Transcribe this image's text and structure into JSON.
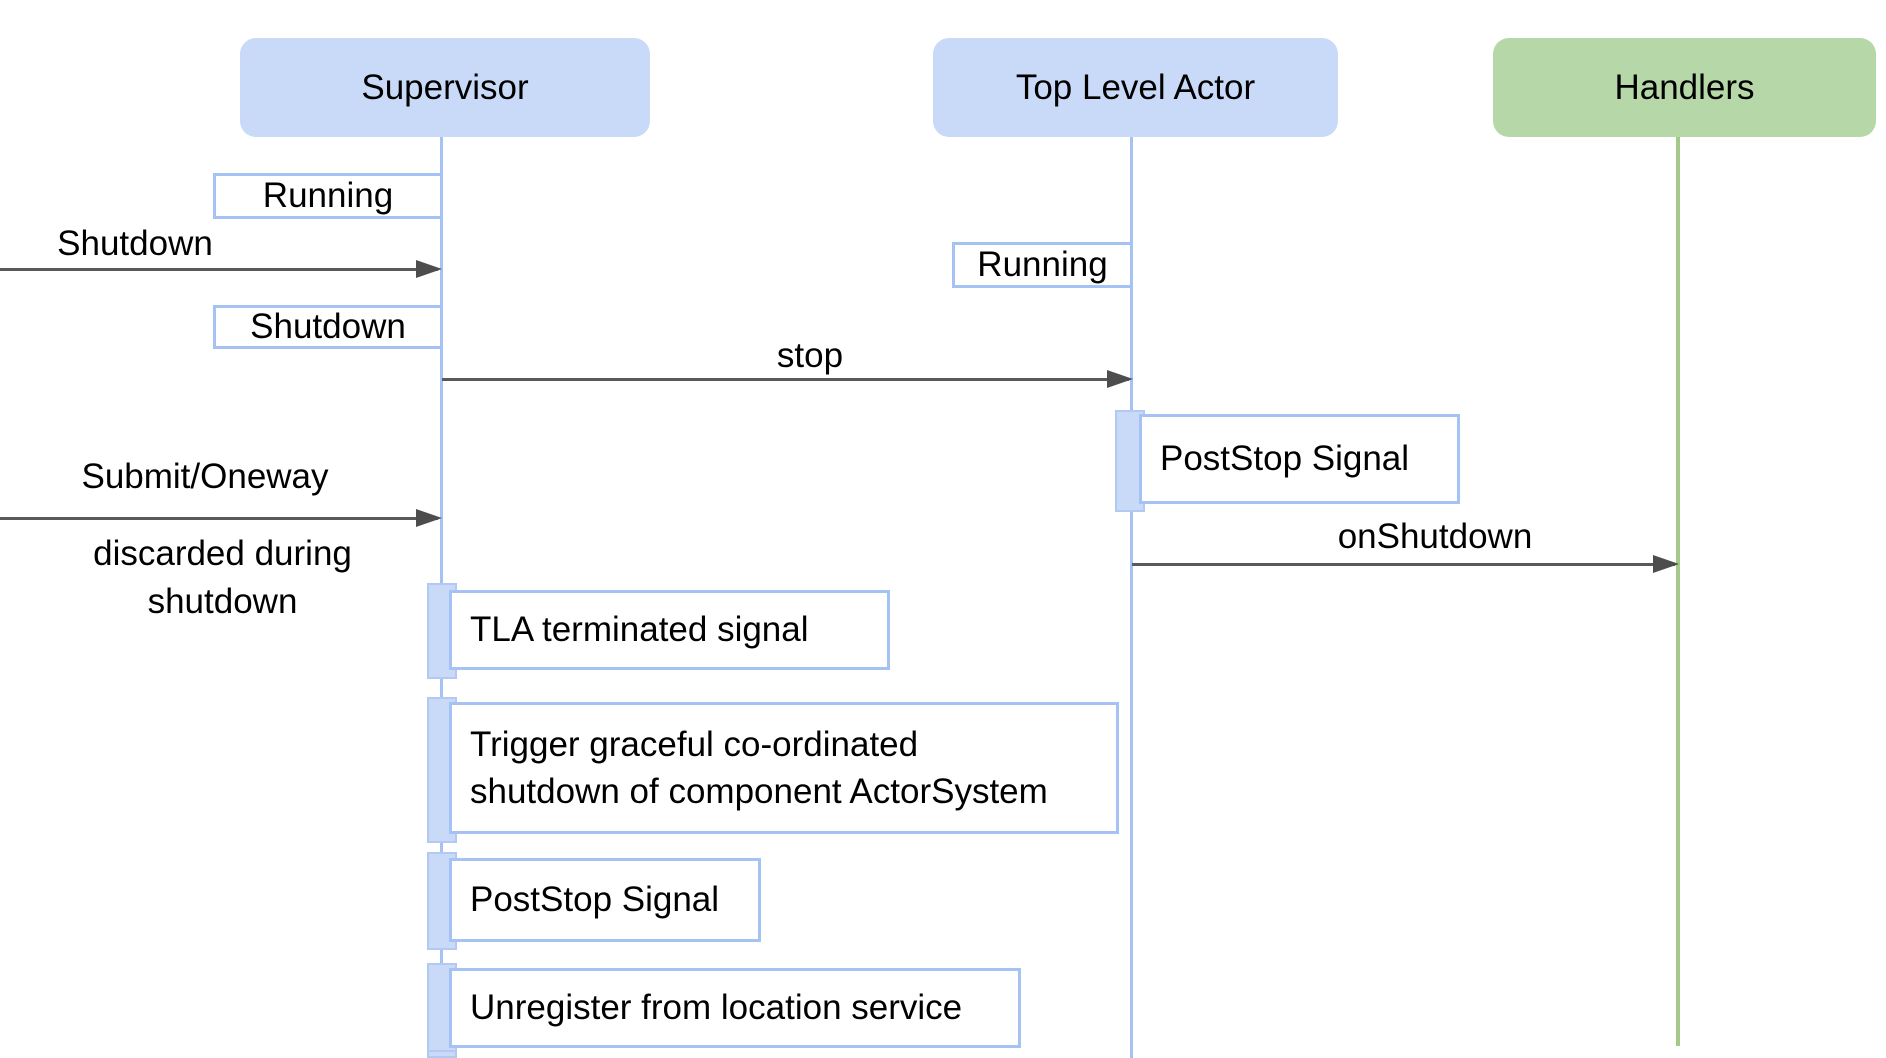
{
  "actors": {
    "supervisor": "Supervisor",
    "top_level_actor": "Top Level Actor",
    "handlers": "Handlers"
  },
  "supervisor_states": {
    "running": "Running",
    "shutdown": "Shutdown",
    "tla_terminated": "TLA terminated signal",
    "trigger": "Trigger graceful co-ordinated\nshutdown of component ActorSystem",
    "poststop": "PostStop Signal",
    "unregister": "Unregister from location service"
  },
  "tla_states": {
    "running": "Running",
    "poststop": "PostStop Signal"
  },
  "messages": {
    "shutdown": "Shutdown",
    "stop": "stop",
    "submit": "Submit/Oneway",
    "discarded_note": "discarded during\nshutdown",
    "onshutdown": "onShutdown"
  },
  "colors": {
    "actor_blue_fill": "#c9daf8",
    "actor_green_fill": "#b6d7a8",
    "blue_line": "#a4c2f4",
    "green_line": "#a5c98b",
    "arrow_gray": "#595959",
    "text": "#000000",
    "state_box_fill": "#ffffff"
  }
}
